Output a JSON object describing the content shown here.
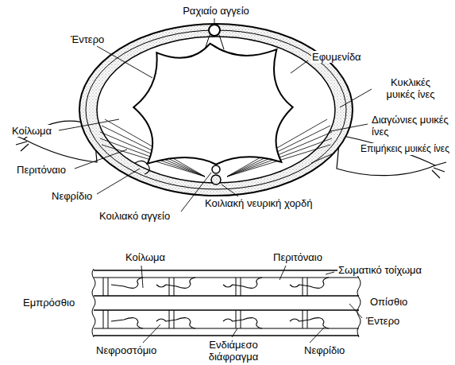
{
  "diagram": {
    "labels": [
      "Ραχιαίο αγγείο",
      "Έντερο",
      "Εφυμενίδα",
      "Κυκλικές μυικές ίνες",
      "Κοίλωμα",
      "Διαγώνιες μυικές ίνες",
      "Επιμήκεις μυικές ίνες",
      "Περιτόναιο",
      "Νεφρίδιο",
      "Κοιλιακή νευρική χορδή",
      "Κοιλιακό αγγείο",
      "Κοίλωμα",
      "Περιτόναιο",
      "Σωματικό τοίχωμα",
      "Εμπρόσθιο",
      "Οπίσθιο",
      "Έντερο",
      "Νεφροστόμιο",
      "Ενδιάμεσο διάφραγμα",
      "Νεφρίδιο"
    ]
  }
}
